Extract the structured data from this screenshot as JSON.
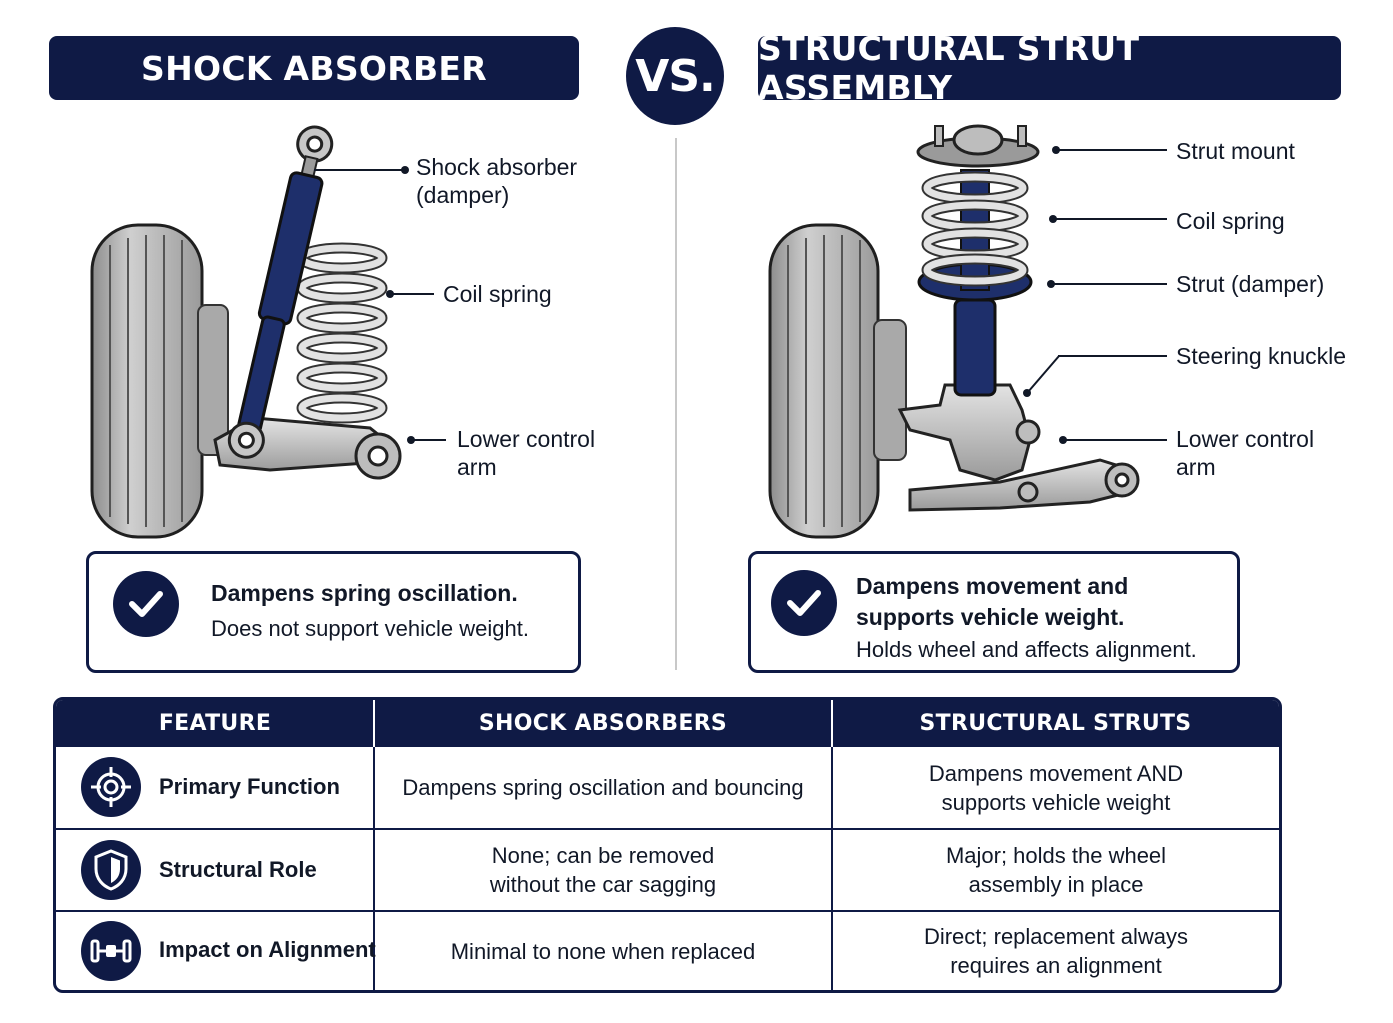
{
  "header": {
    "left_title": "SHOCK ABSORBER",
    "vs_label": "VS.",
    "right_title": "STRUCTURAL STRUT ASSEMBLY"
  },
  "left_diagram": {
    "callouts": {
      "damper_l1": "Shock absorber",
      "damper_l2": "(damper)",
      "coil_spring": "Coil spring",
      "control_arm_l1": "Lower control",
      "control_arm_l2": "arm"
    }
  },
  "right_diagram": {
    "callouts": {
      "strut_mount": "Strut mount",
      "coil_spring": "Coil spring",
      "strut_damper": "Strut (damper)",
      "steering_knuckle": "Steering knuckle",
      "control_arm_l1": "Lower control",
      "control_arm_l2": "arm"
    }
  },
  "summaries": {
    "left": {
      "bold": "Dampens spring oscillation.",
      "text": "Does not support vehicle weight."
    },
    "right": {
      "bold_l1": "Dampens movement and",
      "bold_l2": "supports vehicle weight.",
      "text": "Holds wheel and affects alignment."
    }
  },
  "table": {
    "headers": [
      "FEATURE",
      "SHOCK ABSORBERS",
      "STRUCTURAL STRUTS"
    ],
    "rows": [
      {
        "icon": "target-icon",
        "feature": "Primary Function",
        "shock_l1": "Dampens spring oscillation and bouncing",
        "shock_l2": "",
        "strut_l1": "Dampens movement AND",
        "strut_l2": "supports vehicle weight"
      },
      {
        "icon": "shield-icon",
        "feature": "Structural Role",
        "shock_l1": "None; can be removed",
        "shock_l2": "without the car sagging",
        "strut_l1": "Major; holds the wheel",
        "strut_l2": "assembly in place"
      },
      {
        "icon": "alignment-icon",
        "feature": "Impact on Alignment",
        "shock_l1": "Minimal to none when replaced",
        "shock_l2": "",
        "strut_l1": "Direct; replacement always",
        "strut_l2": "requires an alignment"
      }
    ]
  },
  "colors": {
    "navy": "#0f1a45",
    "damper_blue": "#1e2f6b",
    "spring_silver": "#c9c9c9",
    "tire_gray": "#b3b3b3"
  }
}
